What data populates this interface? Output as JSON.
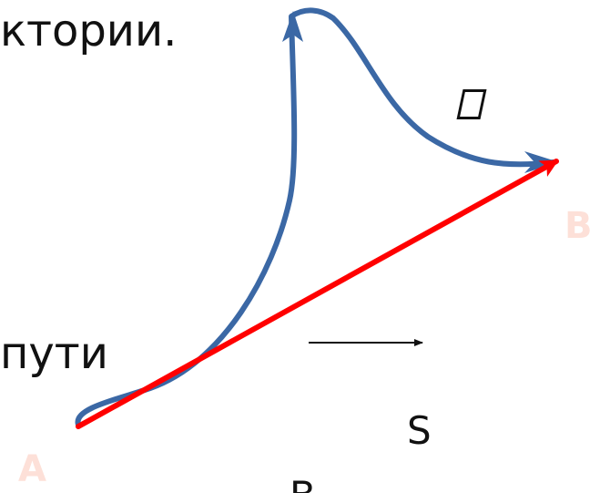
{
  "text": {
    "top_fragment": "ктории.",
    "middle_fragment": "пути",
    "s_label": "S",
    "bottom_fragment": "В",
    "point_a": "А",
    "point_b": "В"
  },
  "colors": {
    "trajectory": "#3b68a5",
    "displacement": "#ff0000",
    "text": "#111111",
    "point_labels": "#fde0d8"
  },
  "symbols": {
    "path_marker": "empty-rectangle"
  }
}
